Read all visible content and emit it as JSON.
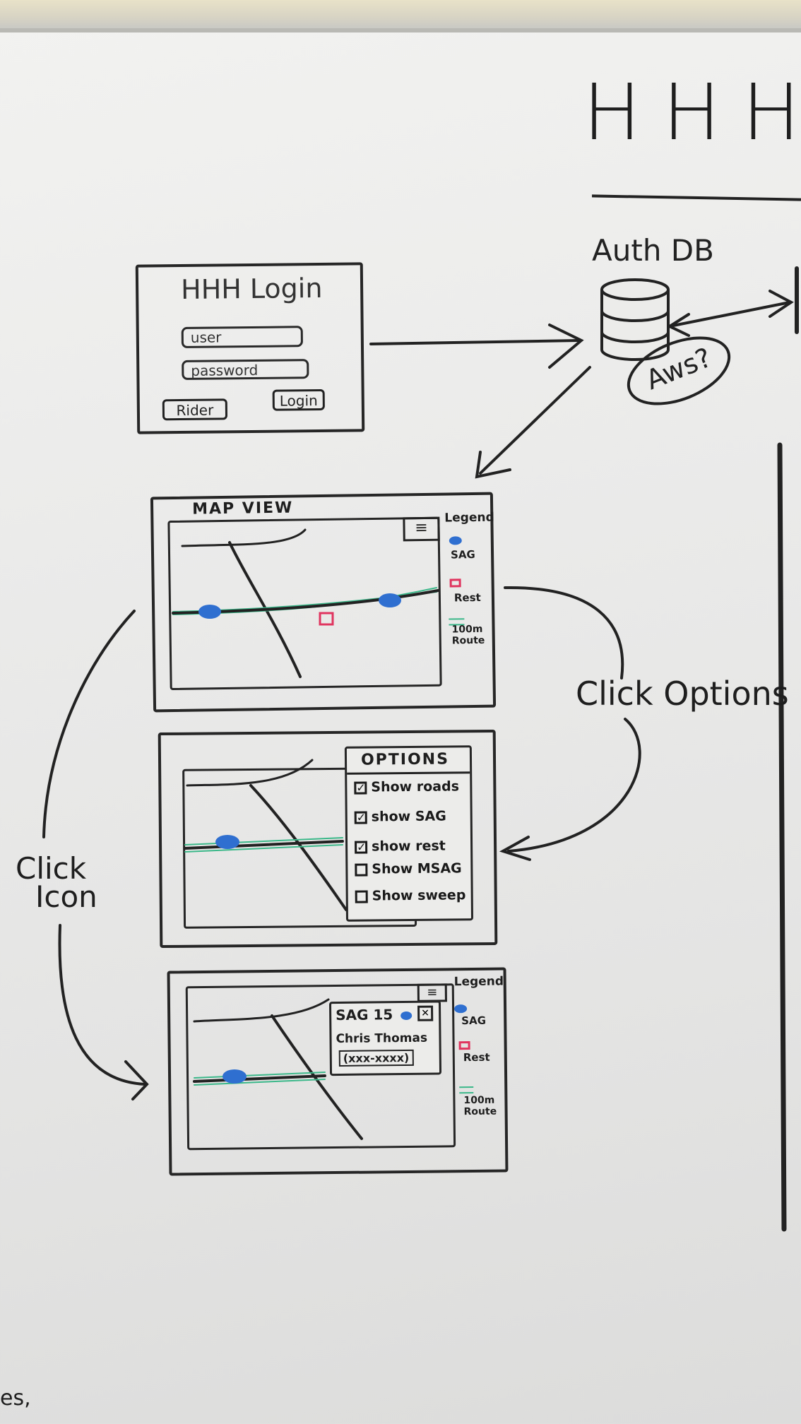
{
  "header": {
    "title": "HHH"
  },
  "login": {
    "title": "HHH Login",
    "user_placeholder": "user",
    "password_placeholder": "password",
    "rider_label": "Rider",
    "login_label": "Login"
  },
  "auth": {
    "label": "Auth DB",
    "cloud_label": "Aws?"
  },
  "map_view": {
    "title": "MAP VIEW",
    "legend_title": "Legend",
    "legend_items": [
      "SAG",
      "Rest",
      "100m Route"
    ]
  },
  "options": {
    "title": "OPTIONS",
    "items": [
      {
        "label": "Show roads",
        "checked": true
      },
      {
        "label": "show SAG",
        "checked": true
      },
      {
        "label": "show rest",
        "checked": true
      },
      {
        "label": "Show MSAG",
        "checked": false
      },
      {
        "label": "Show sweep",
        "checked": false
      }
    ]
  },
  "popup": {
    "title": "SAG 15",
    "name": "Chris Thomas",
    "phone": "(xxx-xxxx)",
    "legend_title": "Legend",
    "legend_items": [
      "SAG",
      "Rest",
      "100m Route"
    ]
  },
  "annotations": {
    "click_options": "Click Options",
    "click_icon_1": "Click",
    "click_icon_2": "Icon",
    "corner_text": "es,"
  },
  "colors": {
    "marker_sag": "#2f6fd0",
    "marker_rest": "#e0355f",
    "route": "#3cb88a",
    "ink": "#222222"
  }
}
